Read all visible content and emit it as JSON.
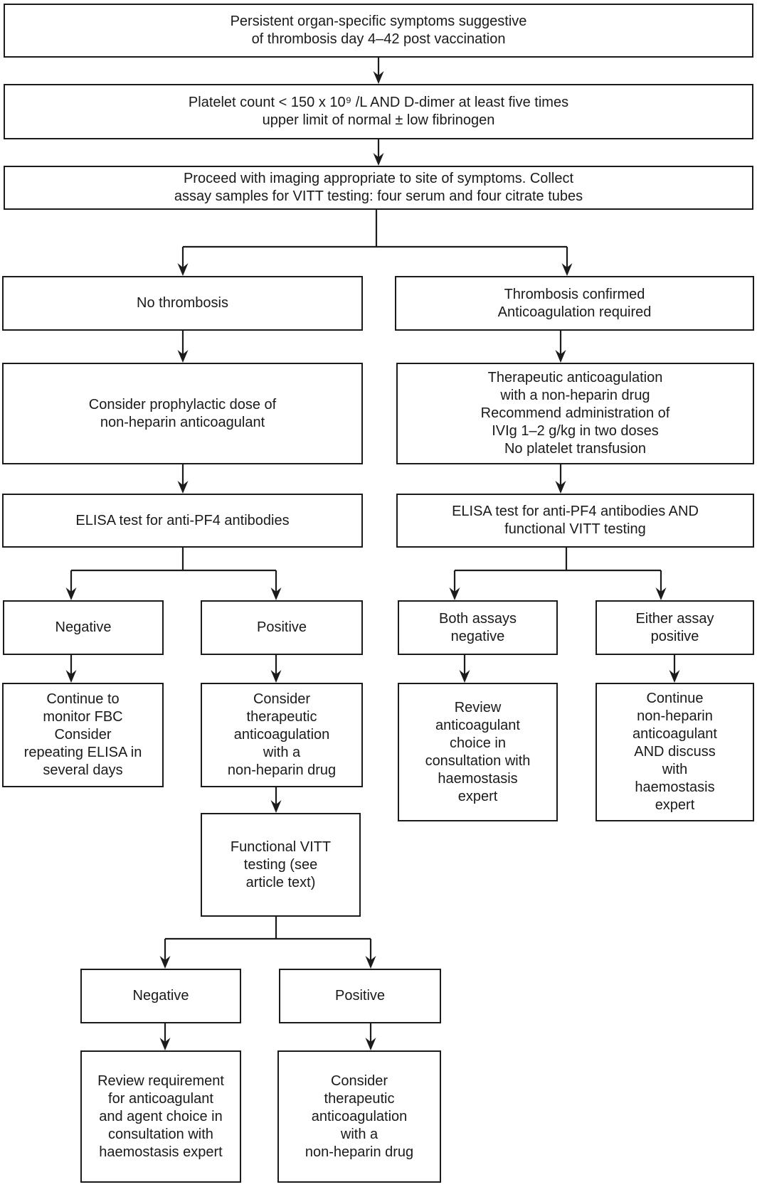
{
  "diagram": {
    "type": "flowchart",
    "topic": "VITT (vaccine-induced immune thrombotic thrombocytopenia) investigation and management pathway"
  },
  "colors": {
    "background": "#ffffff",
    "box_border": "#1b1b1b",
    "connector_line": "#1b1b1b",
    "text": "#1a1a1a"
  },
  "nodes": {
    "symptoms": "Persistent organ-specific symptoms suggestive\nof thrombosis day 4–42 post vaccination",
    "platelet_criteria": "Platelet count < 150 x 10⁹ /L AND D-dimer at least five times\nupper limit of normal ± low fibrinogen",
    "imaging": "Proceed with imaging appropriate to site of symptoms. Collect\nassay samples for VITT testing: four serum and four citrate tubes",
    "no_thrombosis": "No thrombosis",
    "thrombosis_confirmed": "Thrombosis confirmed\nAnticoagulation required",
    "prophylactic_anticoagulant": "Consider prophylactic dose of\nnon-heparin anticoagulant",
    "therapeutic_anticoagulation": "Therapeutic anticoagulation\nwith a non-heparin drug\nRecommend administration of\nIVIg 1–2 g/kg in two doses\nNo platelet transfusion",
    "elisa_test": "ELISA test for anti-PF4 antibodies",
    "elisa_and_functional_test": "ELISA test for anti-PF4 antibodies AND\nfunctional VITT testing",
    "elisa_negative": "Negative",
    "elisa_positive": "Positive",
    "both_assays_negative": "Both assays\nnegative",
    "either_assay_positive": "Either assay\npositive",
    "monitor_fbc": "Continue to\nmonitor FBC\nConsider\nrepeating ELISA in\nseveral days",
    "consider_therapeutic_anticoagulation": "Consider\ntherapeutic\nanticoagulation\nwith a\nnon-heparin drug",
    "review_anticoagulant_choice": "Review\nanticoagulant\nchoice in\nconsultation with\nhaemostasis\nexpert",
    "continue_non_heparin": "Continue\nnon-heparin\nanticoagulant\nAND discuss\nwith\nhaemostasis\nexpert",
    "functional_vitt_testing": "Functional VITT\ntesting (see\narticle text)",
    "functional_negative": "Negative",
    "functional_positive": "Positive",
    "review_requirement": "Review requirement\nfor anticoagulant\nand agent choice in\nconsultation with\nhaemostasis expert",
    "consider_therapeutic_final": "Consider\ntherapeutic\nanticoagulation\nwith a\nnon-heparin drug"
  }
}
